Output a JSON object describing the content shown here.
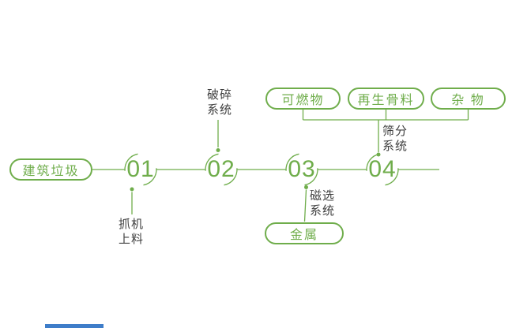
{
  "colors": {
    "green": "#6FAD4B",
    "label_text": "#3F3F3F",
    "blue_bar": "#3E7DC9"
  },
  "flow": {
    "source_label": "建筑垃圾",
    "steps": [
      {
        "number": "01",
        "process": "抓机\n上料"
      },
      {
        "number": "02",
        "process": "破碎\n系统"
      },
      {
        "number": "03",
        "process": "磁选\n系统"
      },
      {
        "number": "04",
        "process": "筛分\n系统"
      }
    ],
    "metal_output": "金属",
    "final_outputs": [
      "可燃物",
      "再生骨料",
      "杂 物"
    ]
  }
}
